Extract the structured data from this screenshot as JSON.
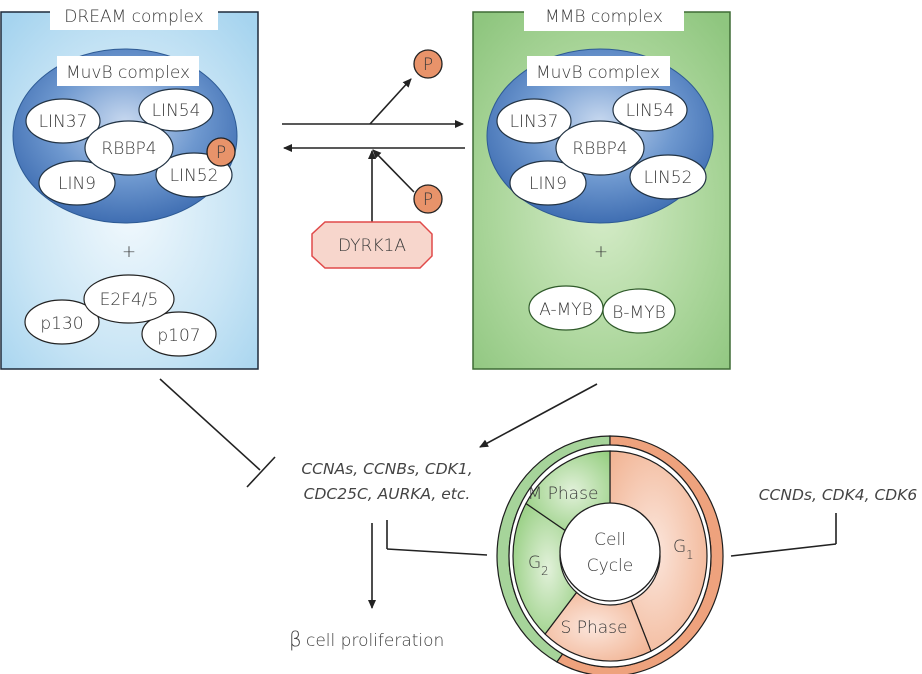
{
  "dream": {
    "title": "DREAM complex",
    "muvb_title": "MuvB complex",
    "proteins": {
      "lin37": "LIN37",
      "lin54": "LIN54",
      "rbbp4": "RBBP4",
      "lin9": "LIN9",
      "lin52": "LIN52"
    },
    "phospho": "P",
    "plus": "+",
    "partners": {
      "e2f": "E2F4/5",
      "p130": "p130",
      "p107": "p107"
    },
    "bg_color": "#a9d5ef"
  },
  "mmb": {
    "title": "MMB complex",
    "muvb_title": "MuvB complex",
    "proteins": {
      "lin37": "LIN37",
      "lin54": "LIN54",
      "rbbp4": "RBBP4",
      "lin9": "LIN9",
      "lin52": "LIN52"
    },
    "plus": "+",
    "partners": {
      "amyb": "A-MYB",
      "bmyb": "B-MYB"
    },
    "bg_color": "#95c987"
  },
  "center": {
    "phospho_top": "P",
    "phospho_bottom": "P",
    "kinase": "DYRK1A"
  },
  "targets": {
    "line1": "CCNAs, CCNBs, CDK1,",
    "line2": "CDC25C, AURKA, etc."
  },
  "outcome": {
    "beta": "β",
    "text": "cell proliferation"
  },
  "cell_cycle": {
    "center_line1": "Cell",
    "center_line2": "Cycle",
    "phases": {
      "m": "M Phase",
      "g2": "G",
      "g2_sub": "2",
      "s": "S Phase",
      "g1": "G",
      "g1_sub": "1"
    },
    "g1_regulators": "CCNDs, CDK4, CDK6"
  },
  "colors": {
    "phospho": "#e8936a",
    "kinase_fill": "#f7d6cc",
    "kinase_stroke": "#e04a4a",
    "muvb_blue": "#3a6fb0",
    "green_phase": "#9fd08f",
    "orange_phase": "#eea27d"
  }
}
